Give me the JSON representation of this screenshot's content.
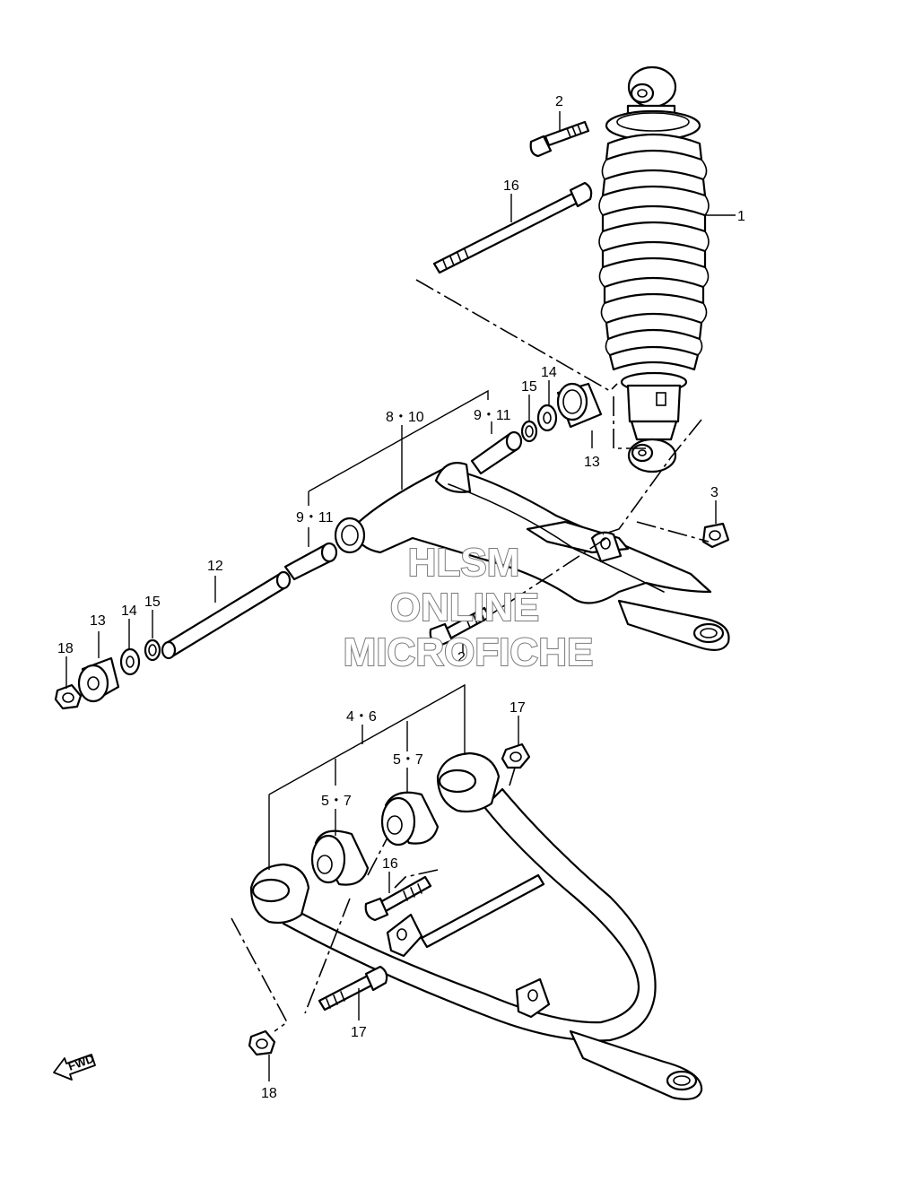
{
  "diagram": {
    "callouts": {
      "c1": "1",
      "c2_top": "2",
      "c2_mid": "2",
      "c3": "3",
      "c4_6": "4・6",
      "c5_7_left": "5・7",
      "c5_7_right": "5・7",
      "c8_10": "8・10",
      "c9_11_upper": "9・11",
      "c9_11_lower": "9・11",
      "c12": "12",
      "c13_right": "13",
      "c13_left": "13",
      "c14_right": "14",
      "c14_left": "14",
      "c15_right": "15",
      "c15_left": "15",
      "c16_top": "16",
      "c16_mid": "16",
      "c17_top": "17",
      "c17_bottom": "17",
      "c18_left": "18",
      "c18_bottom": "18"
    },
    "watermark": {
      "line1": "HLSM",
      "line2": "ONLINE",
      "line3": "MICROFICHE"
    },
    "direction_label": "FWD"
  }
}
